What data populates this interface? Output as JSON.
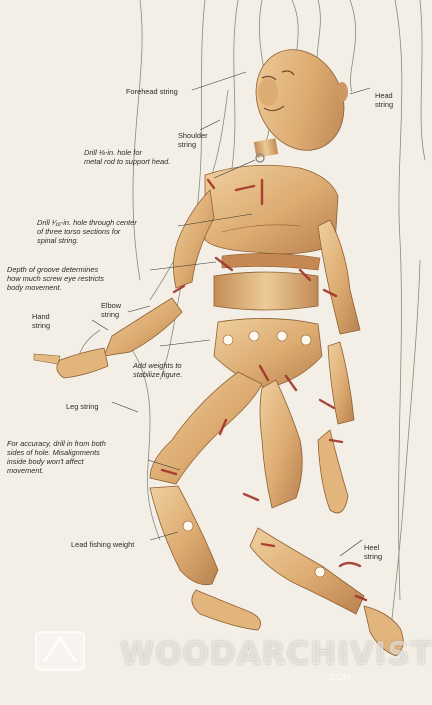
{
  "labels": {
    "forehead_string": "Forehead string",
    "head_string": "Head\nstring",
    "shoulder_string": "Shoulder\nstring",
    "drill_metal_rod": "Drill ⅛-in. hole for\nmetal rod to support head.",
    "drill_torso": "Drill ¹⁄₁₆-in. hole through center\nof three torso sections for\nspinal string.",
    "depth_groove": "Depth of groove determines\nhow much screw eye restricts\nbody movement.",
    "hand_string": "Hand\nstring",
    "elbow_string": "Elbow\nstring",
    "add_weights": "Add weights to\nstabilize figure.",
    "leg_string": "Leg string",
    "accuracy_note": "For accuracy, drill in from both\nsides of hole. Misalignments\ninside body won't affect\nmovement.",
    "lead_weight": "Lead fishing weight",
    "heel_string": "Heel\nstring"
  },
  "watermark": {
    "text": "WOODARCHIVIST",
    "suffix": ".COM"
  },
  "colors": {
    "background": "#f3efe6",
    "wood_light": "#e6bf8c",
    "wood_mid": "#d7a468",
    "wood_dark": "#b07a45",
    "string_red": "#a3332a",
    "string_line": "#5a6a55"
  }
}
